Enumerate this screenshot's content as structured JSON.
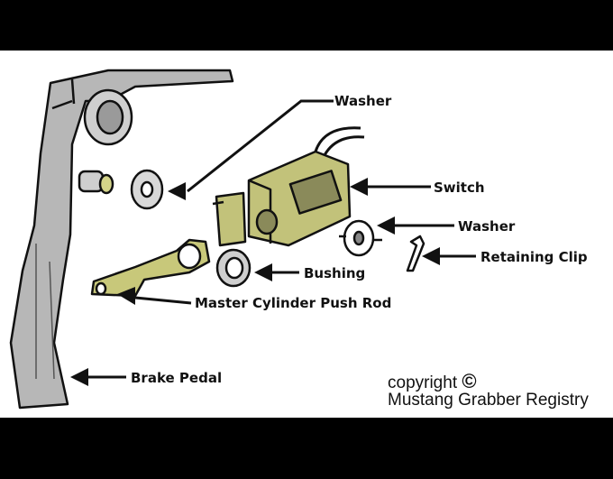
{
  "labels": {
    "washer_top": "Washer",
    "switch": "Switch",
    "washer_right": "Washer",
    "retaining_clip": "Retaining Clip",
    "bushing": "Bushing",
    "push_rod": "Master Cylinder Push Rod",
    "brake_pedal": "Brake Pedal"
  },
  "credit": {
    "line1": "copyright",
    "symbol": "©",
    "line2": "Mustang Grabber Registry"
  },
  "colors": {
    "part_fill": "#a8a87a",
    "part_gray": "#bdbdbd",
    "ink": "#111111",
    "background": "#ffffff",
    "letterbox": "#000000"
  }
}
